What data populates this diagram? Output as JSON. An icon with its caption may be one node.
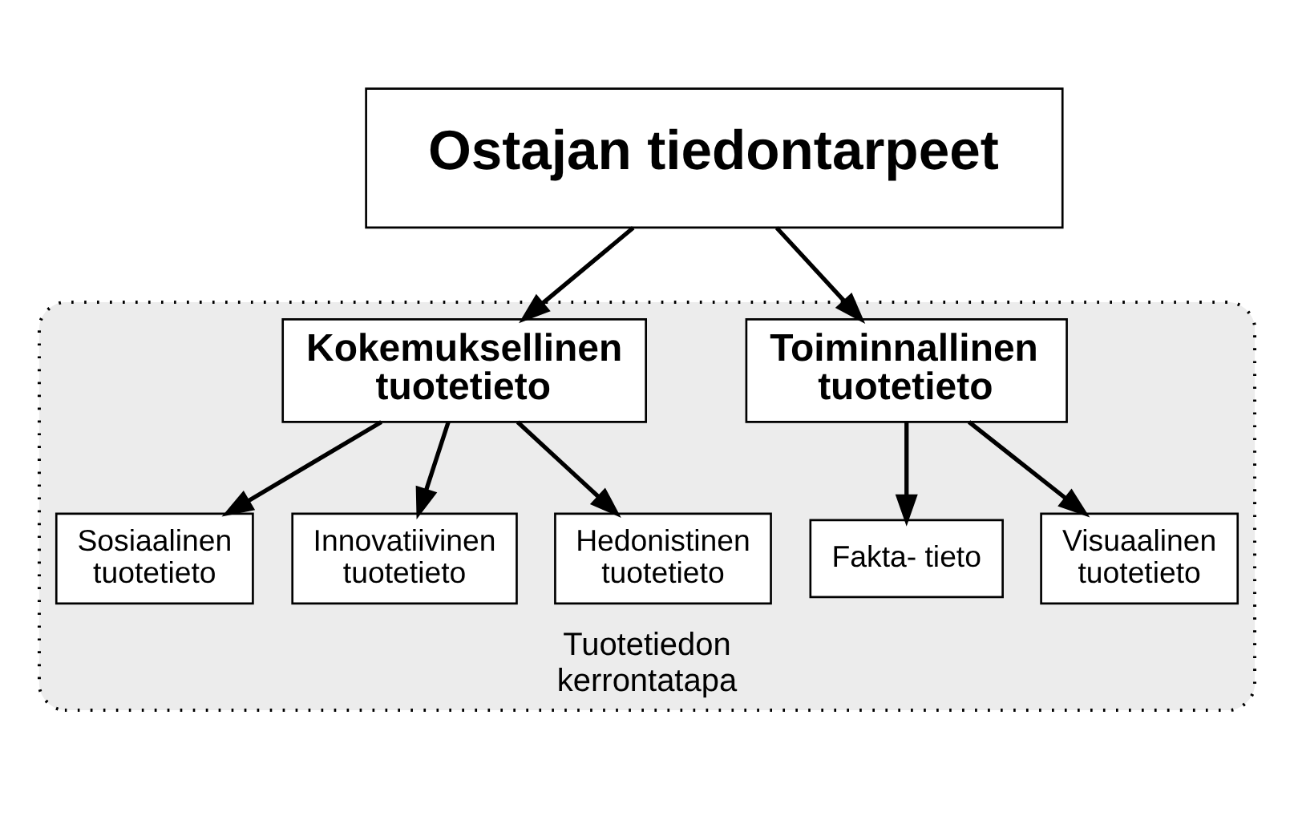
{
  "diagram": {
    "nodes": [
      {
        "text": [
          "Ostajan tiedontarpeet"
        ]
      },
      {
        "text": [
          "Tuotetiedon kerrontatapa"
        ]
      },
      {
        "text": [
          "Toiminnallinen tuotetieto"
        ],
        "in": 1
      },
      {
        "text": [
          "Kokemuksellinen tuotetieto"
        ],
        "in": 1
      },
      {
        "text": [
          "Fakta- tieto"
        ],
        "in": 1
      },
      {
        "text": [
          "Visuaalinen tuotetieto"
        ],
        "in": 1
      },
      {
        "text": [
          "Sosiaalinen tuotetieto"
        ],
        "in": 1
      },
      {
        "text": [
          "Innovatiivinen tuotetieto"
        ],
        "in": 1
      },
      {
        "text": [
          "Hedonistinen tuotetieto"
        ],
        "in": 1
      }
    ],
    "edges": [
      {
        "from": 0,
        "to": 2,
        "arrow": "to"
      },
      {
        "from": 0,
        "to": 3,
        "arrow": "to"
      },
      {
        "from": 2,
        "to": 4,
        "arrow": "to"
      },
      {
        "from": 2,
        "to": 5,
        "arrow": "to"
      },
      {
        "from": 3,
        "to": 6,
        "arrow": "to"
      },
      {
        "from": 3,
        "to": 7,
        "arrow": "to"
      },
      {
        "from": 3,
        "to": 8,
        "arrow": "to"
      }
    ]
  }
}
